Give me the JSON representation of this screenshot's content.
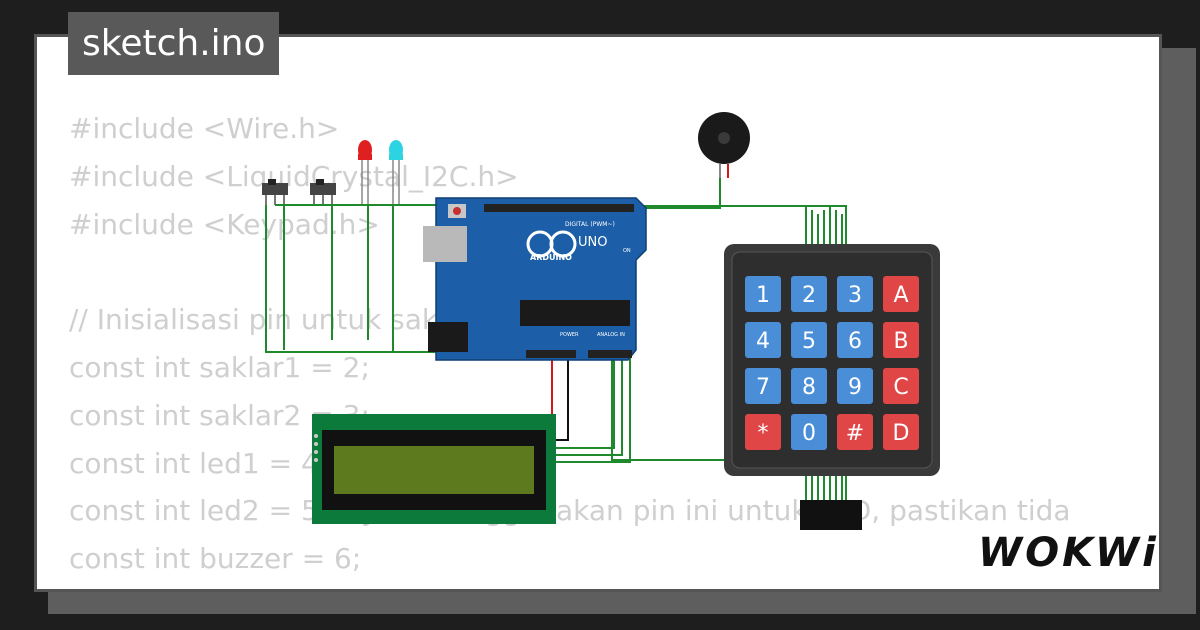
{
  "title": "sketch.ino",
  "code_lines": [
    "#include <Wire.h>",
    "#include <LiquidCrystal_I2C.h>",
    "#include <Keypad.h>",
    "",
    "// Inisialisasi pin untuk saklar",
    "const int saklar1 = 2;",
    "const int saklar2 = 3;",
    "const int led1 = 4;",
    "const int led2 = 5; // Jika menggunakan pin ini untuk LED, pastikan tida",
    "const int buzzer = 6;"
  ],
  "board": {
    "brand": "ARDUINO",
    "model": "UNO",
    "digital_label": "DIGITAL (PWM~)",
    "power_label": "POWER",
    "analog_label": "ANALOG IN",
    "on_label": "ON"
  },
  "keypad": {
    "keys": [
      "1",
      "2",
      "3",
      "A",
      "4",
      "5",
      "6",
      "B",
      "7",
      "8",
      "9",
      "C",
      "*",
      "0",
      "#",
      "D"
    ]
  },
  "logo": "WOKWi",
  "colors": {
    "board": "#1c5fa8",
    "keypad_body": "#3a3a3a",
    "key_blue": "#4a8ed8",
    "key_red": "#e04646",
    "lcd_pcb": "#0b7a3a",
    "lcd_screen": "#5d7a1e",
    "wire_green": "#1f8a2c",
    "wire_red": "#d11b1b"
  }
}
